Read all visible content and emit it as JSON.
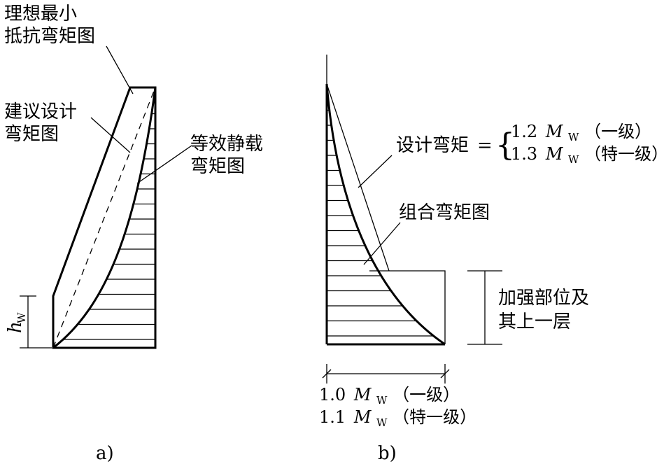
{
  "panel_a": {
    "label": "a)",
    "ideal_label_line1": "理想最小",
    "ideal_label_line2": "抵抗弯矩图",
    "suggest_label_line1": "建议设计",
    "suggest_label_line2": "弯矩图",
    "static_label_line1": "等效静载",
    "static_label_line2": "弯矩图",
    "hw_symbol": "h",
    "hw_sub": "W"
  },
  "panel_b": {
    "label": "b)",
    "design_moment_label": "设计弯矩",
    "equals": "=",
    "brace": "{",
    "design_line1_coef": "1.2",
    "design_line2_coef": "1.3",
    "moment_symbol": "M",
    "moment_sub": "W",
    "grade_1": "（一级）",
    "grade_special": "（特一级）",
    "combined_label": "组合弯矩图",
    "reinforced_line1": "加强部位及",
    "reinforced_line2": "其上一层",
    "base_line1_coef": "1.0",
    "base_line2_coef": "1.1"
  },
  "colors": {
    "ink": "#000000",
    "background": "#ffffff"
  }
}
